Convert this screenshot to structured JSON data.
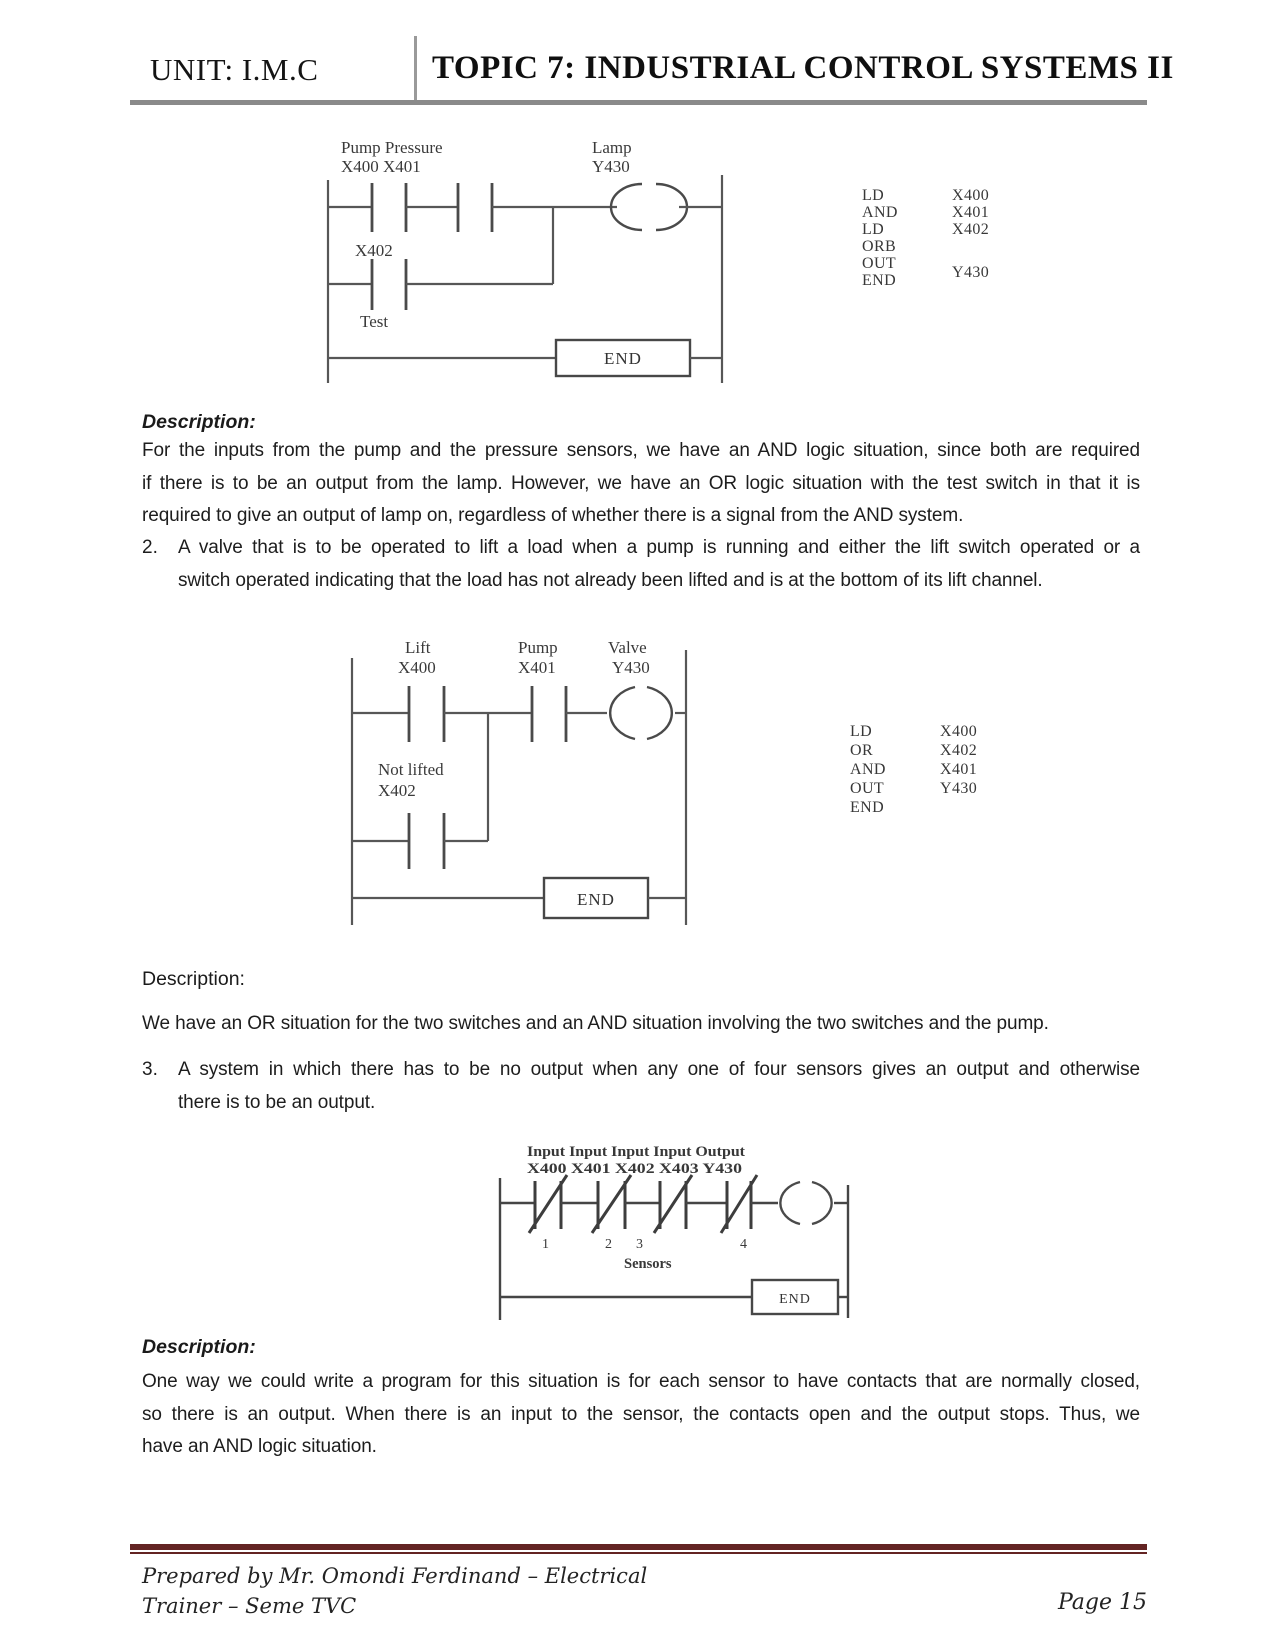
{
  "header": {
    "unit": "UNIT: I.M.C",
    "topic": "TOPIC 7: INDUSTRIAL CONTROL SYSTEMS II"
  },
  "diagram1": {
    "labels": {
      "contacts_name": "Pump Pressure",
      "contacts_addr": "X400 X401",
      "coil_name": "Lamp",
      "coil_addr": "Y430",
      "branch_addr": "X402",
      "branch_name": "Test",
      "end": "END"
    },
    "instructions": [
      {
        "m": "LD",
        "o": "X400"
      },
      {
        "m": "AND",
        "o": "X401"
      },
      {
        "m": "LD",
        "o": "X402"
      },
      {
        "m": "ORB",
        "o": ""
      },
      {
        "m": "OUT",
        "o": "Y430"
      },
      {
        "m": "END",
        "o": ""
      }
    ]
  },
  "diagram2": {
    "labels": {
      "lift": "Lift",
      "lift_addr": "X400",
      "pump": "Pump",
      "pump_addr": "X401",
      "valve": "Valve",
      "valve_addr": "Y430",
      "branch_name": "Not lifted",
      "branch_addr": "X402",
      "end": "END"
    },
    "instructions": [
      {
        "m": "LD",
        "o": "X400"
      },
      {
        "m": "OR",
        "o": "X402"
      },
      {
        "m": "AND",
        "o": "X401"
      },
      {
        "m": "OUT",
        "o": "Y430"
      },
      {
        "m": "END",
        "o": ""
      }
    ]
  },
  "diagram3": {
    "labels": {
      "row1": "Input Input Input Input Output",
      "row2": "X400 X401 X402 X403 Y430",
      "n1": "1",
      "n2": "2",
      "n3": "3",
      "n4": "4",
      "sensors": "Sensors",
      "end": "END"
    }
  },
  "text": {
    "desc1_heading": "Description:",
    "para1": [
      "For the inputs from the pump and the pressure sensors, we have an AND logic situation, since both are required",
      "if there is to be an output from the lamp. However, we have an OR logic situation with the test switch in that it is",
      "required to give an output of lamp on, regardless of whether there is a signal from the AND system."
    ],
    "item2_num": "2.",
    "item2": [
      "A valve that is to be operated to lift a load when a pump is running and either the lift switch operated or a",
      "switch operated indicating that the load has not already been lifted and is at the bottom of its lift channel."
    ],
    "desc2_heading": "Description:",
    "para2": "We have an OR situation for the two switches and an AND situation involving the two switches and the pump.",
    "item3_num": "3.",
    "item3": [
      "A system in which there has to be no output when any one of four sensors gives an output and otherwise",
      "there is to be an output."
    ],
    "desc3_heading": "Description:",
    "para3": [
      "One way we could write a program for this situation is for each sensor to have contacts that are normally closed,",
      "so there is an output. When there is an input to the sensor, the contacts open and the output stops. Thus, we",
      "have an AND logic situation."
    ]
  },
  "footer": {
    "line1": "Prepared by Mr. Omondi Ferdinand – Electrical",
    "line2": "Trainer – Seme TVC",
    "page": "Page 15"
  },
  "colors": {
    "ink": "#1d1d1d",
    "diagram_stroke": "#4a4a4a",
    "header_rule": "#8a8a8a",
    "footer_rule": "#632423"
  }
}
